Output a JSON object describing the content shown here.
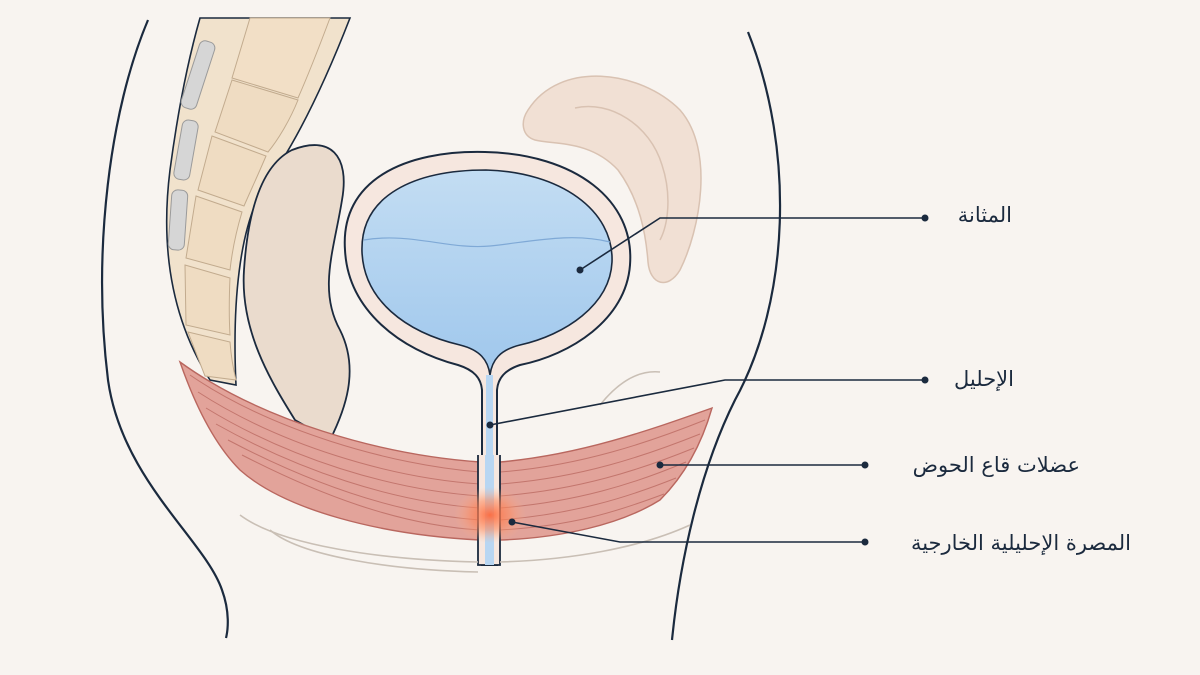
{
  "labels": {
    "bladder": "المثانة",
    "urethra": "الإحليل",
    "pelvic_floor_muscles": "عضلات قاع الحوض",
    "external_urethral_sphincter": "المصرة الإحليلية الخارجية"
  },
  "colors": {
    "background": "#f8f4f0",
    "outline": "#1b2a3e",
    "bladder_fill": "#a8cdef",
    "bladder_wall": "#f6e7df",
    "muscle": "#e2a39a",
    "muscle_stripe": "#b9675f",
    "sphincter_highlight": "#ff6a3d",
    "bone": "#f1e2cc",
    "uterus": "#f1e0d4",
    "rectum": "#eadbcd"
  }
}
